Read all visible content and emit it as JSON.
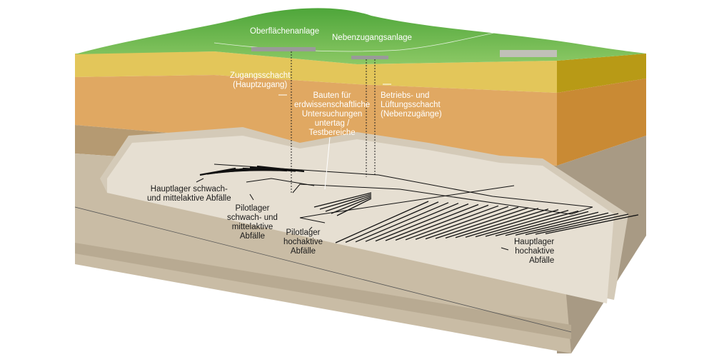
{
  "labels": {
    "surface_facility": "Oberflächenanlage",
    "secondary_access_facility": "Nebenzugangsanlage",
    "access_shaft_1": "Zugangsschacht",
    "access_shaft_2": "(Hauptzugang)",
    "test_area_1": "Bauten für",
    "test_area_2": "erdwissenschaftliche",
    "test_area_3": "Untersuchungen",
    "test_area_4": "untertag /",
    "test_area_5": "Testbereiche",
    "ops_shaft_1": "Betriebs- und",
    "ops_shaft_2": "Lüftungsschacht",
    "ops_shaft_3": "(Nebenzugänge)",
    "main_lma_1": "Hauptlager schwach-",
    "main_lma_2": "und mittelaktive Abfälle",
    "pilot_lma_1": "Pilotlager",
    "pilot_lma_2": "schwach- und",
    "pilot_lma_3": "mittelaktive",
    "pilot_lma_4": "Abfälle",
    "pilot_hlw_1": "Pilotlager",
    "pilot_hlw_2": "hochaktive",
    "pilot_hlw_3": "Abfälle",
    "main_hlw_1": "Hauptlager",
    "main_hlw_2": "hochaktive",
    "main_hlw_3": "Abfälle"
  },
  "colors": {
    "grass": "#6cb84a",
    "yellow_layer": "#e3c65a",
    "orange_layer": "#e0a862",
    "rock_layer": "#c9bca5",
    "floor": "#e6dfd2"
  }
}
